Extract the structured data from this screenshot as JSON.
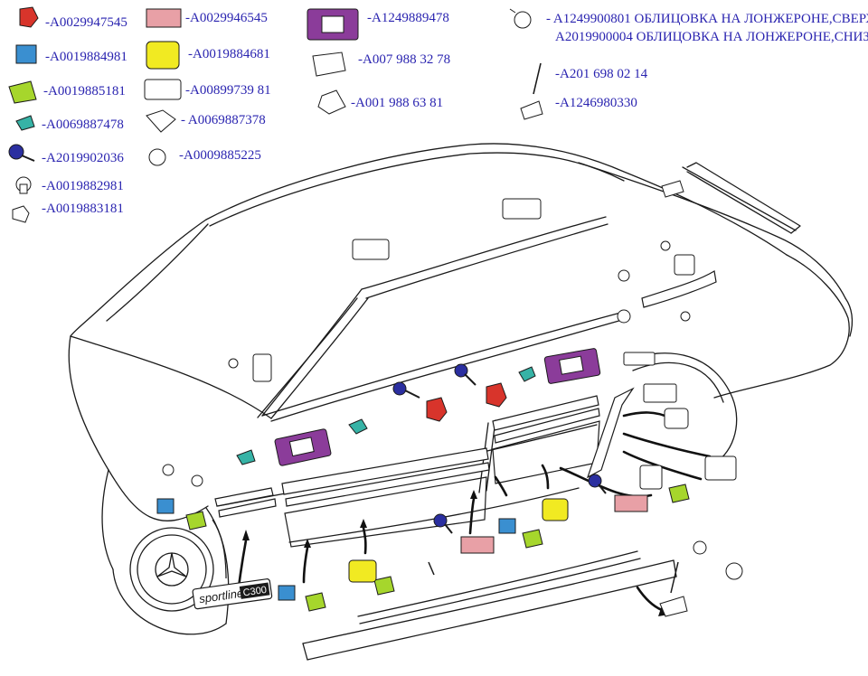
{
  "colors": {
    "ink": "#1b1b1b",
    "label": "#2a24b0",
    "red": "#d8342b",
    "pink": "#e8a0a6",
    "blue": "#3a8fd0",
    "yellow": "#f1ea22",
    "lime": "#a6d62c",
    "teal": "#36b3a6",
    "purple": "#8b3c9a",
    "navy": "#2b2fa0",
    "white": "#ffffff"
  },
  "legend": [
    {
      "id": "l1",
      "icon": "red-clip-icon",
      "color": "red",
      "label": "-A0029947545"
    },
    {
      "id": "l2",
      "icon": "pink-clip-icon",
      "color": "pink",
      "label": "-A0029946545"
    },
    {
      "id": "l3",
      "icon": "purple-bracket-icon",
      "color": "purple",
      "label": "-A1249889478"
    },
    {
      "id": "l4",
      "icon": "blue-clip-icon",
      "color": "blue",
      "label": "-A0019884981"
    },
    {
      "id": "l5",
      "icon": "yellow-clip-icon",
      "color": "yellow",
      "label": "-A0019884681"
    },
    {
      "id": "l6",
      "icon": "lime-clip-icon",
      "color": "lime",
      "label": "-A0019885181"
    },
    {
      "id": "l7",
      "icon": "white-clip-icon",
      "color": "white",
      "label": "-A00899739 81"
    },
    {
      "id": "l8",
      "icon": "teal-clip-icon",
      "color": "teal",
      "label": "-A0069887478"
    },
    {
      "id": "l9",
      "icon": "white-clip-icon",
      "color": "white",
      "label": "- A0069887378"
    },
    {
      "id": "l10",
      "icon": "navy-screw-icon",
      "color": "navy",
      "label": "-A2019902036"
    },
    {
      "id": "l11",
      "icon": "white-screw-icon",
      "color": "white",
      "label": "-A0009885225"
    },
    {
      "id": "l12",
      "icon": "white-rivet-icon",
      "color": "white",
      "label": "-A0019882981"
    },
    {
      "id": "l13",
      "icon": "white-rivet-icon",
      "color": "white",
      "label": "-A0019883181"
    },
    {
      "id": "l14",
      "icon": "white-bracket-icon",
      "color": "white",
      "label": "-A007 988 32 78"
    },
    {
      "id": "l15",
      "icon": "white-clip-icon",
      "color": "white",
      "label": "-A001 988 63 81"
    },
    {
      "id": "l16",
      "icon": "white-screw-icon",
      "color": "white",
      "label": "A1249900801",
      "note": "ОБЛИЦОВКА НА ЛОНЖЕРОНЕ,СВЕРХУ"
    },
    {
      "id": "l17",
      "icon": "white-screw-icon",
      "color": "white",
      "label": "A2019900004",
      "note": "ОБЛИЦОВКА НА ЛОНЖЕРОНЕ,СНИЗУ"
    },
    {
      "id": "l18",
      "icon": "rod-icon",
      "color": "white",
      "label": "-A201 698 02 14"
    },
    {
      "id": "l19",
      "icon": "cover-icon",
      "color": "white",
      "label": "-A1246980330"
    }
  ],
  "badge": "sportline",
  "badge_model": "C300"
}
